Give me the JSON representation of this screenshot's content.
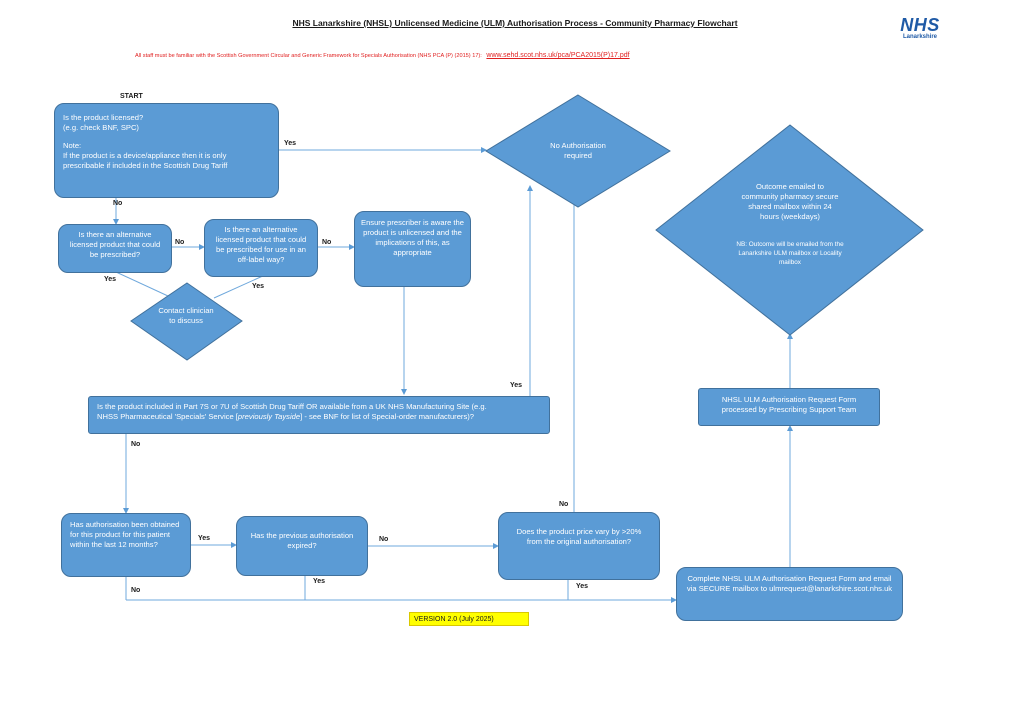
{
  "header": {
    "title": "NHS Lanarkshire (NHSL) Unlicensed Medicine (ULM) Authorisation Process - Community Pharmacy Flowchart",
    "note": "All staff must be familiar with the Scottish Government Circular and Generic Framework for Specials Authorisation (NHS PCA (P) (2015) 17):",
    "link": "www.sehd.scot.nhs.uk/pca/PCA2015(P)17.pdf",
    "logo_main": "NHS",
    "logo_sub": "Lanarkshire"
  },
  "flow": {
    "start": "START",
    "licensed_q": {
      "l1": "Is the product licensed?",
      "l2": "(e.g. check BNF, SPC)",
      "l3": "Note:",
      "l4": "If the product is a device/appliance then it is only",
      "l5": "prescribable if included in the Scottish Drug Tariff"
    },
    "no_auth": "No Authorisation required",
    "alt_licensed_q": "Is there an alternative licensed product that could be prescribed?",
    "alt_offlabel_q": "Is there an alternative licensed product that could be prescribed for use in an off-label way?",
    "ensure_prescriber": "Ensure prescriber is aware the product is unlicensed and the implications of this, as appropriate",
    "contact_clinician": "Contact clinician to discuss",
    "outcome": {
      "main": "Outcome  emailed to community pharmacy secure shared mailbox within 24 hours  (weekdays)",
      "nb": "NB: Outcome will be emailed from the Lanarkshire ULM mailbox or Locality mailbox"
    },
    "tariff_q": {
      "l1": "Is the product included in Part 7S or 7U of Scottish Drug Tariff OR available from a UK NHS Manufacturing Site (e.g.",
      "l2a": "NHSS Pharmaceutical 'Specials' Service [",
      "l2b": "previously Tayside",
      "l2c": "] - see BNF for list of Special-order manufacturers)?"
    },
    "form_processed": "NHSL ULM Authorisation Request Form processed by Prescribing Support Team",
    "auth_obtained_q": "Has authorisation been obtained for this product for this patient within the last 12 months?",
    "auth_expired_q": "Has the previous authorisation expired?",
    "price_vary_q": "Does the product price vary by >20% from the original authorisation?",
    "complete_form": "Complete NHSL ULM Authorisation Request Form and email via SECURE mailbox to ulmrequest@lanarkshire.scot.nhs.uk"
  },
  "labels": {
    "yes": "Yes",
    "no": "No"
  },
  "version": "VERSION 2.0 (July 2025)",
  "colors": {
    "box_fill": "#5b9bd5",
    "box_border": "#41719c",
    "version_bg": "#ffff00",
    "note_red": "#e02020"
  }
}
